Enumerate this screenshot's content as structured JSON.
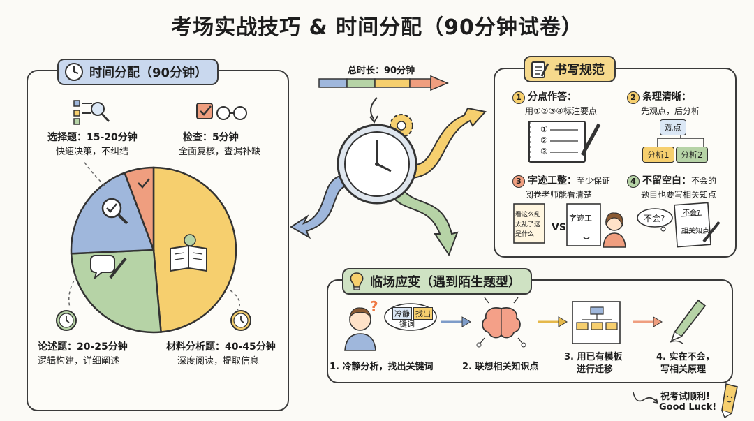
{
  "title": "考场实战技巧 & 时间分配（90分钟试卷）",
  "time_panel": {
    "header": "时间分配（90分钟）",
    "items": [
      {
        "title": "选择题：15-20分钟",
        "desc": "快速决策，不纠结"
      },
      {
        "title": "检查：5分钟",
        "desc": "全面复核，查漏补缺"
      },
      {
        "title": "论述题：20-25分钟",
        "desc": "逻辑构建，详细阐述"
      },
      {
        "title": "材料分析题：40-45分钟",
        "desc": "深度阅读，提取信息"
      }
    ]
  },
  "chart_data": {
    "type": "pie",
    "categories": [
      "材料分析题",
      "论述题",
      "选择题",
      "检查"
    ],
    "values": [
      42.5,
      22.5,
      17.5,
      5
    ],
    "colors": [
      "#f6cf6e",
      "#b6d3a6",
      "#9fb7dc",
      "#ef9e7f"
    ]
  },
  "timeline": {
    "label": "总时长：90分钟"
  },
  "writing_panel": {
    "header": "书写规范",
    "rule1": {
      "num": "1",
      "title": "分点作答：",
      "desc": "用①②③④标注要点"
    },
    "rule2": {
      "num": "2",
      "title": "条理清晰：",
      "desc": "先观点，后分析",
      "diagram": {
        "root": "观点",
        "left": "分析1",
        "right": "分析2"
      }
    },
    "rule3": {
      "num": "3",
      "title": "字迹工整：",
      "desc1": "至少保证",
      "desc2": "阅卷老师能看清楚",
      "vs": "VS",
      "paper_left": [
        "看这么乱",
        "太乱了这",
        "是什么"
      ],
      "paper_right": "字迹工"
    },
    "rule4": {
      "num": "4",
      "title": "不留空白：",
      "desc1": "不会的",
      "desc2": "题目也要写相关知点",
      "bubble": "不会?",
      "paper_top": "不会?",
      "paper_bottom": "相关知点"
    },
    "list_marks": [
      "①",
      "②",
      "③"
    ]
  },
  "emergency_panel": {
    "header": "临场应变（遇到陌生题型）",
    "thought": {
      "l1a": "冷静",
      "l1b": "找出",
      "l2": "键词"
    },
    "steps": [
      {
        "line1": "1. 冷静分析，找出关键词"
      },
      {
        "line1": "2. 联想相关知识点"
      },
      {
        "line1": "3. 用已有模板",
        "line2": "进行迁移"
      },
      {
        "line1": "4. 实在不会，",
        "line2": "写相关原理"
      }
    ]
  },
  "footer": {
    "line1": "祝考试顺利!",
    "line2": "Good Luck!"
  },
  "colors": {
    "blue": "#9fb7dc",
    "green": "#b6d3a6",
    "yellow": "#f6cf6e",
    "orange": "#ef9e7f",
    "ink": "#333333"
  }
}
